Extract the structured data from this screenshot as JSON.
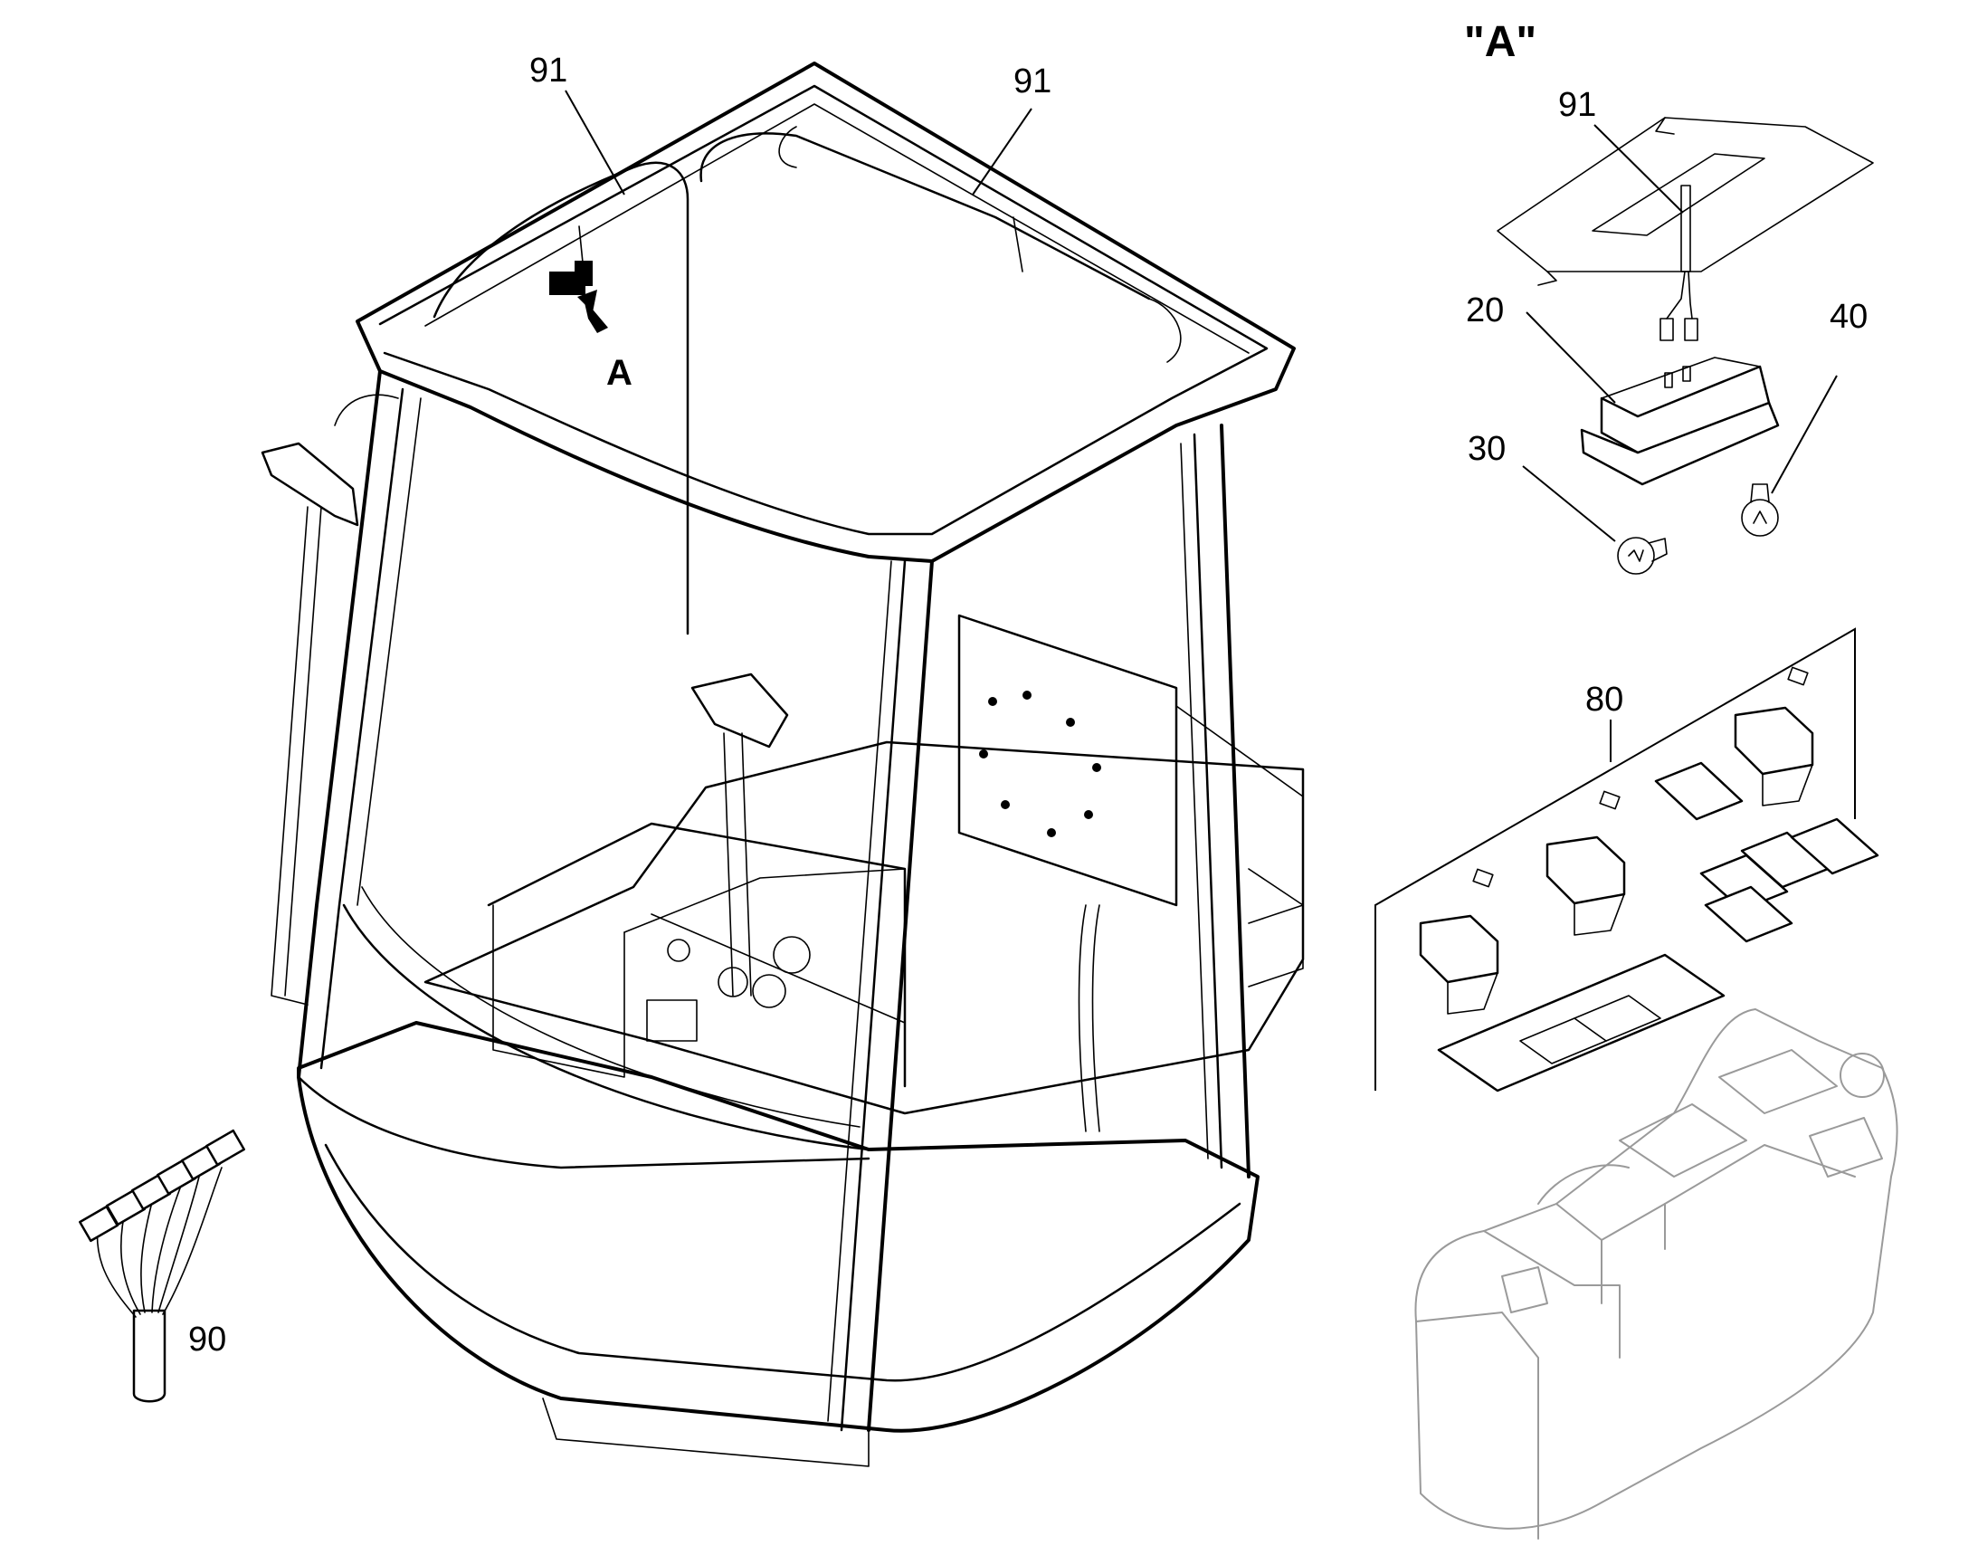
{
  "detail_title": "\"A\"",
  "view_marker": "A",
  "callouts": {
    "harness_left": "91",
    "harness_right": "91",
    "detail_harness": "91",
    "lamp_housing": "20",
    "bulb_a": "30",
    "bulb_b": "40",
    "switch_set": "80",
    "connector_loom": "90"
  }
}
